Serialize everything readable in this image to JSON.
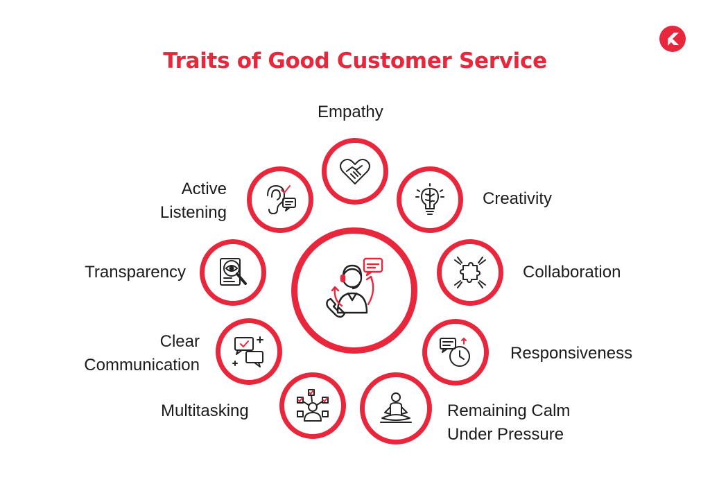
{
  "title": "Traits of Good Customer Service",
  "colors": {
    "accent": "#e8273c",
    "text": "#1b1b1b",
    "icon": "#222222",
    "background": "#ffffff"
  },
  "center": {
    "icon": "customer-support-agent-icon"
  },
  "traits": [
    {
      "id": "empathy",
      "lines": [
        "Empathy"
      ],
      "icon": "heart-handshake-icon"
    },
    {
      "id": "creativity",
      "lines": [
        "Creativity"
      ],
      "icon": "lightbulb-brain-icon"
    },
    {
      "id": "collaboration",
      "lines": [
        "Collaboration"
      ],
      "icon": "puzzle-hands-icon"
    },
    {
      "id": "responsiveness",
      "lines": [
        "Responsiveness"
      ],
      "icon": "chat-clock-icon"
    },
    {
      "id": "remaining-calm",
      "lines": [
        "Remaining Calm",
        "Under Pressure"
      ],
      "icon": "meditation-icon"
    },
    {
      "id": "multitasking",
      "lines": [
        "Multitasking"
      ],
      "icon": "person-tasks-icon"
    },
    {
      "id": "clear-communication",
      "lines": [
        "Clear",
        "Communication"
      ],
      "icon": "chat-bubbles-icon"
    },
    {
      "id": "transparency",
      "lines": [
        "Transparency"
      ],
      "icon": "document-magnifier-icon"
    },
    {
      "id": "active-listening",
      "lines": [
        "Active",
        "Listening"
      ],
      "icon": "ear-chat-icon"
    }
  ]
}
